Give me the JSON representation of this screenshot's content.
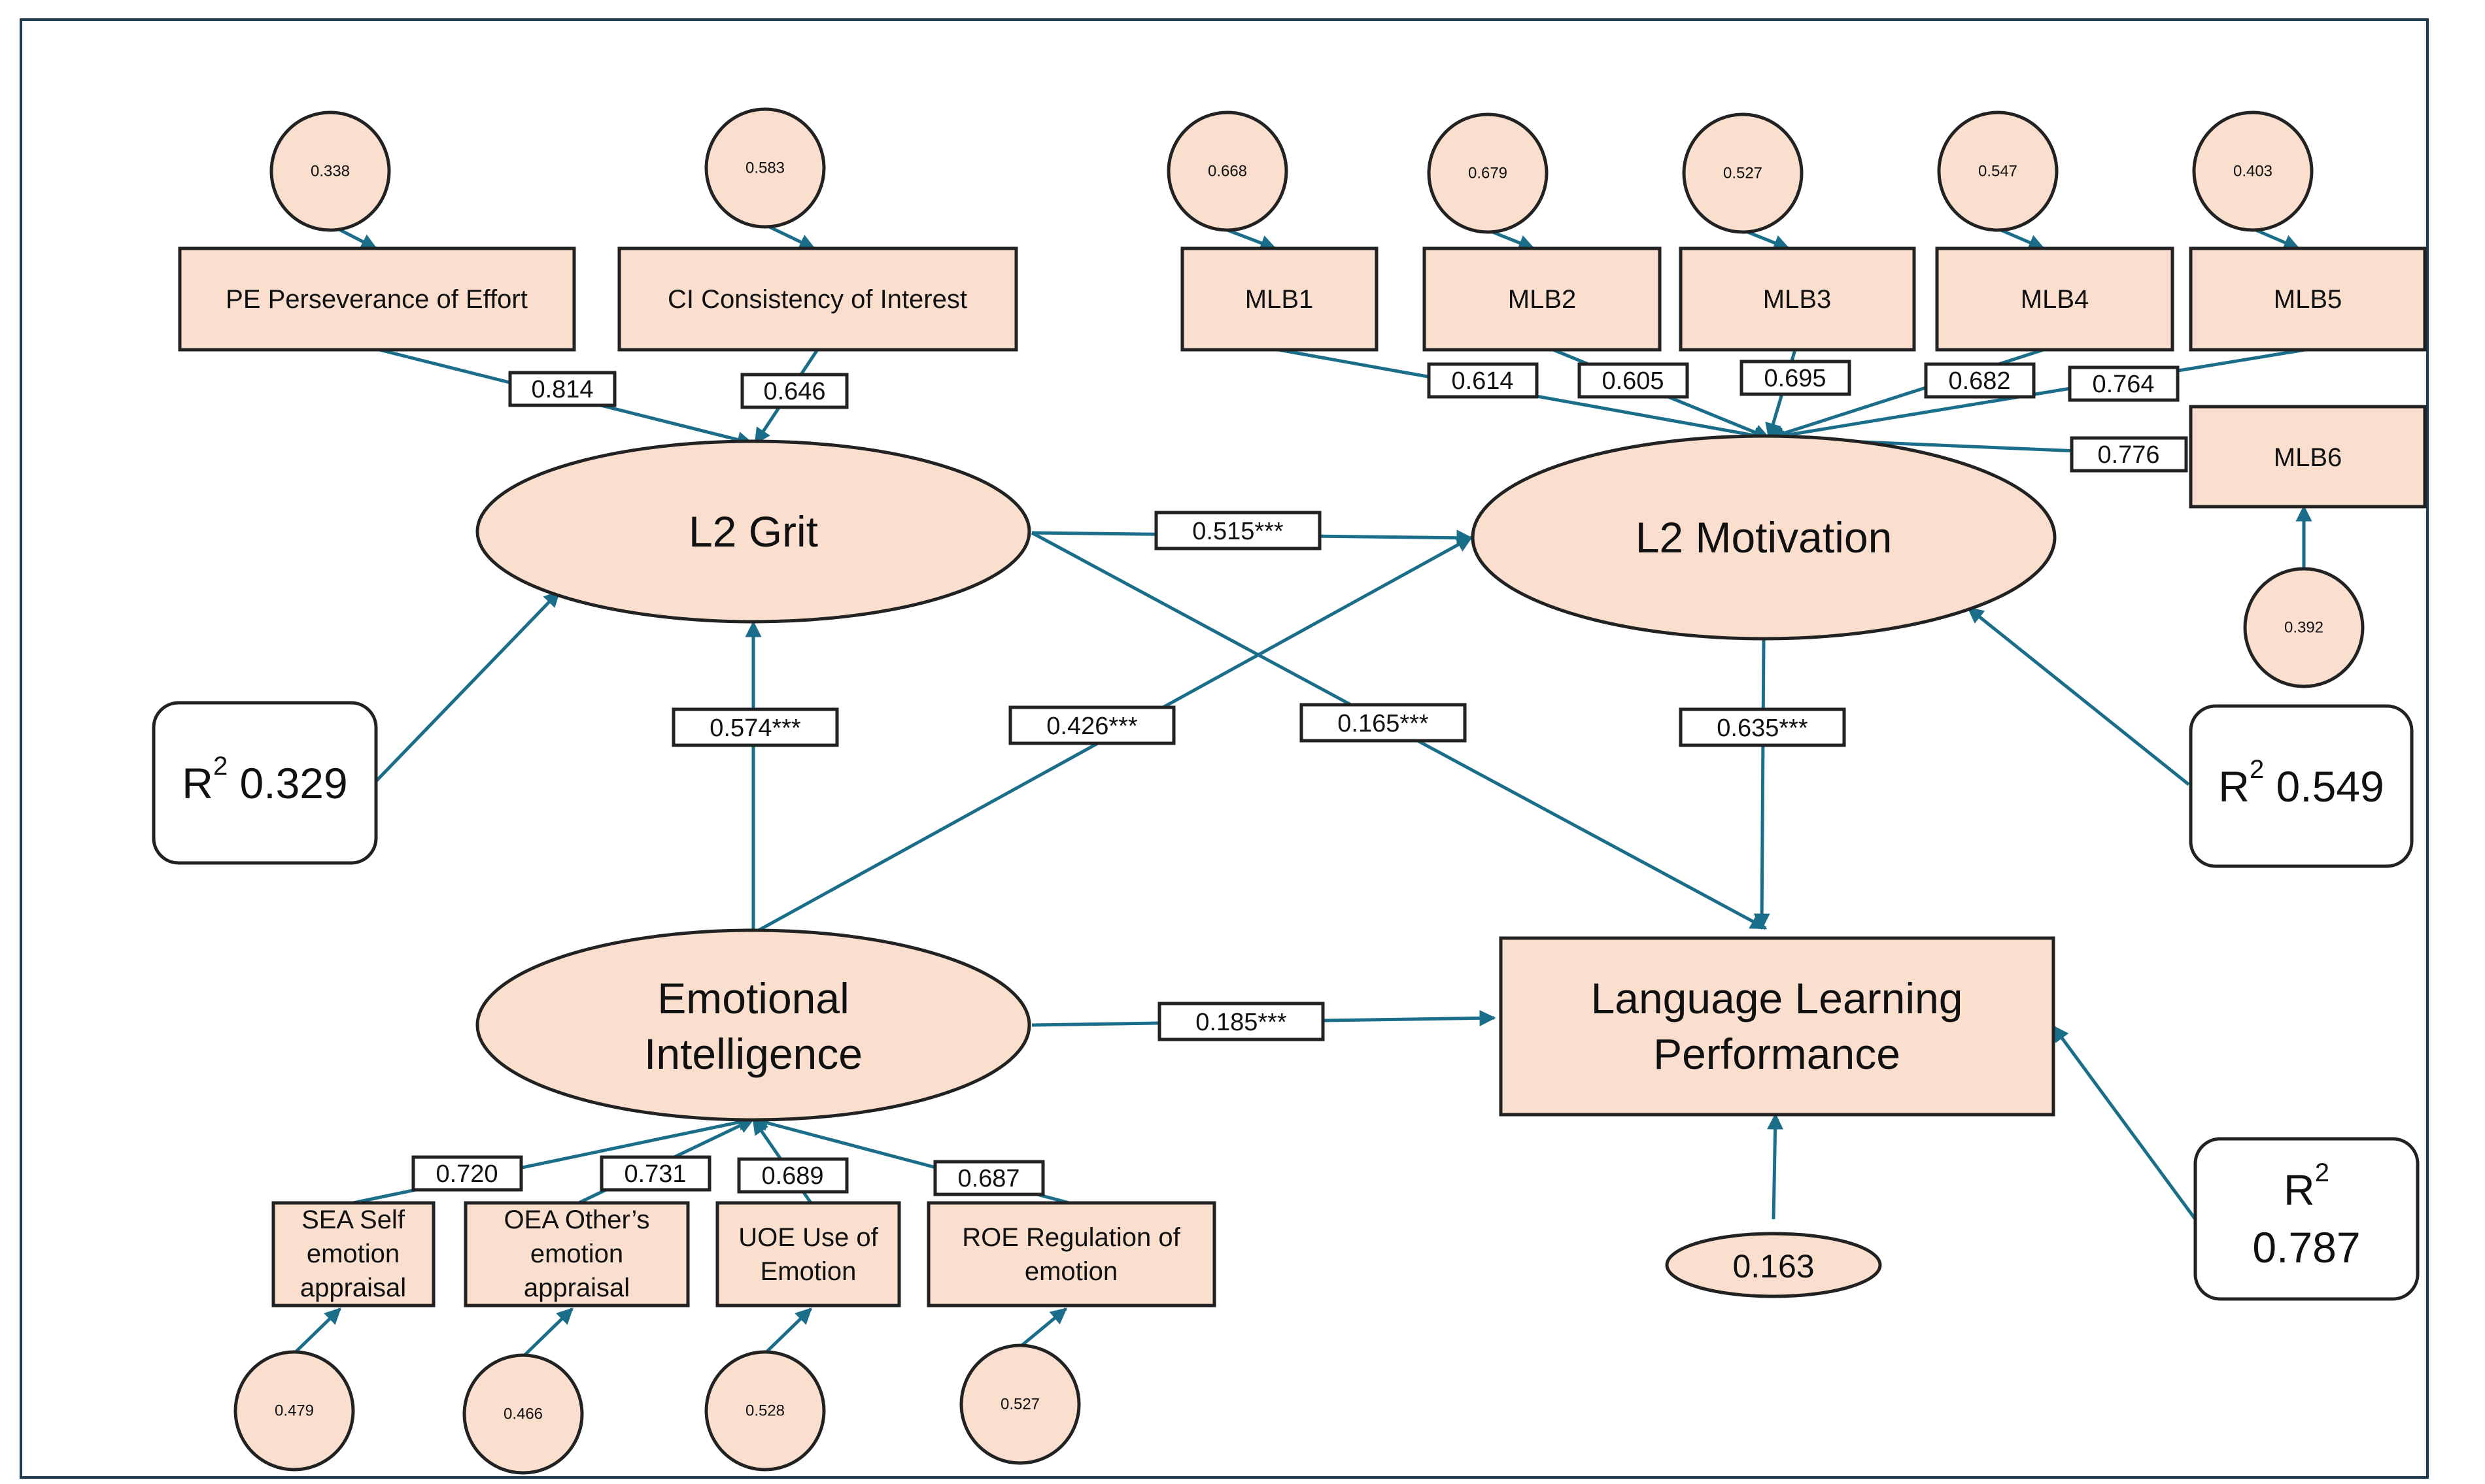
{
  "colors": {
    "node_fill": "#fadfcf",
    "edge": "#1a6e8a",
    "border": "#222222"
  },
  "constructs": {
    "grit": "L2 Grit",
    "motivation": "L2 Motivation",
    "ei": "Emotional Intelligence",
    "llp": "Language Learning Performance"
  },
  "indicators": {
    "pe": "PE Perseverance of Effort",
    "ci": "CI Consistency of Interest",
    "mlb1": "MLB1",
    "mlb2": "MLB2",
    "mlb3": "MLB3",
    "mlb4": "MLB4",
    "mlb5": "MLB5",
    "mlb6": "MLB6",
    "sea": "SEA Self emotion appraisal",
    "oea": "OEA Other’s emotion appraisal",
    "uoe": "UOE Use of Emotion",
    "roe": "ROE Regulation of emotion"
  },
  "errors": {
    "pe": "0.338",
    "ci": "0.583",
    "mlb1": "0.668",
    "mlb2": "0.679",
    "mlb3": "0.527",
    "mlb4": "0.547",
    "mlb5": "0.403",
    "mlb6": "0.392",
    "sea": "0.479",
    "oea": "0.466",
    "uoe": "0.528",
    "roe": "0.527",
    "llp": "0.163"
  },
  "loadings": {
    "pe": "0.814",
    "ci": "0.646",
    "mlb1": "0.614",
    "mlb2": "0.605",
    "mlb3": "0.695",
    "mlb4": "0.682",
    "mlb5": "0.764",
    "mlb6": "0.776",
    "sea": "0.720",
    "oea": "0.731",
    "uoe": "0.689",
    "roe": "0.687"
  },
  "paths": {
    "grit_motivation": "0.515***",
    "ei_grit": "0.574***",
    "ei_motivation": "0.426***",
    "grit_llp": "0.165***",
    "motivation_llp": "0.635***",
    "ei_llp": "0.185***"
  },
  "r2": {
    "prefix": "R",
    "sup": "2",
    "grit": "0.329",
    "motivation": "0.549",
    "llp": "0.787"
  }
}
